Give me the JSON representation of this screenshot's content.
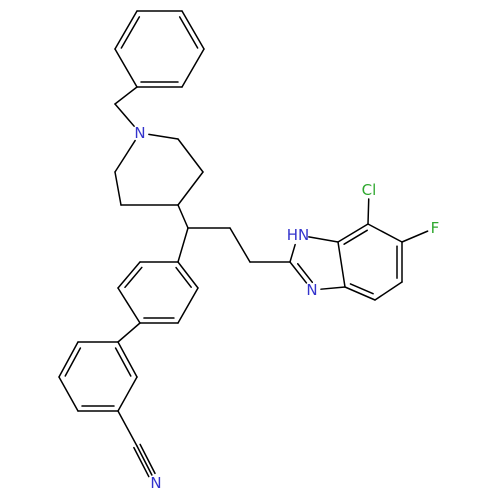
{
  "molecule": {
    "atoms": [
      {
        "id": "n_pip",
        "label": "N",
        "color": "#3333cc"
      },
      {
        "id": "n_imid_h",
        "label": "HN",
        "color": "#3333cc"
      },
      {
        "id": "n_imid",
        "label": "N",
        "color": "#3333cc"
      },
      {
        "id": "cl",
        "label": "Cl",
        "color": "#2fa82f"
      },
      {
        "id": "f",
        "label": "F",
        "color": "#2fa82f"
      },
      {
        "id": "n_nitrile",
        "label": "N",
        "color": "#3333cc"
      }
    ]
  }
}
